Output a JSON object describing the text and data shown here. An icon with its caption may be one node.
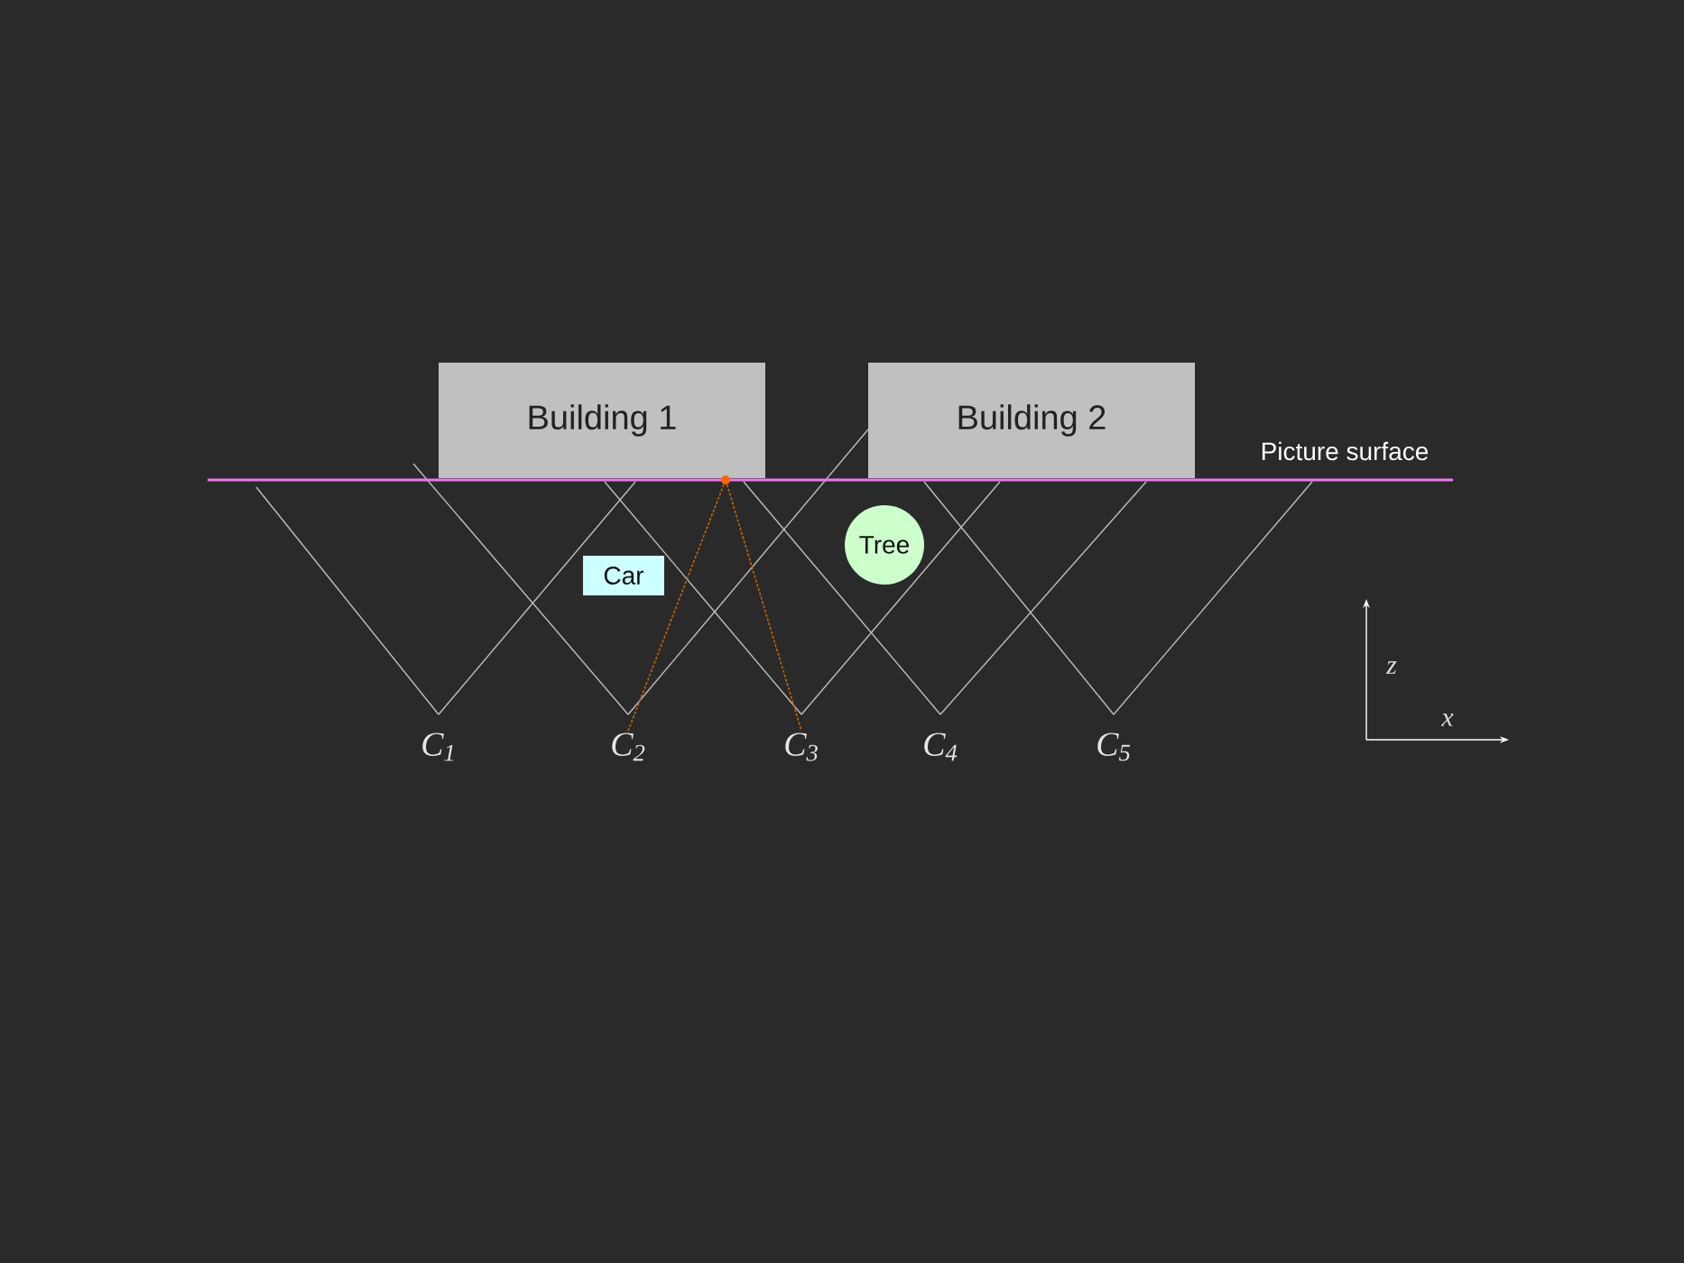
{
  "diagram": {
    "nodes": [
      {
        "text": [
          "Building 1"
        ]
      },
      {
        "text": [
          "Building 2"
        ]
      },
      {
        "text": [],
        "shape": "circle"
      },
      {
        "text": [
          "Tree"
        ]
      },
      {
        "text": [
          "Car"
        ]
      },
      {
        "text": [
          "C$_{1}$"
        ]
      },
      {
        "text": [
          "C$_{2}$"
        ]
      },
      {
        "text": [
          "C$_{3}$"
        ]
      },
      {
        "text": [
          "C$_{4}$"
        ]
      },
      {
        "text": [
          "C$_{5}$"
        ]
      }
    ],
    "edges": [
      {
        "from": 2,
        "to": 6,
        "arrow": "none",
        "style": "dashed",
        "color": "#cc6600"
      },
      {
        "from": 2,
        "to": 7,
        "arrow": "none",
        "style": "dashed",
        "color": "#cc6600"
      }
    ],
    "labels": [
      "Picture surface",
      "z",
      "x"
    ]
  }
}
